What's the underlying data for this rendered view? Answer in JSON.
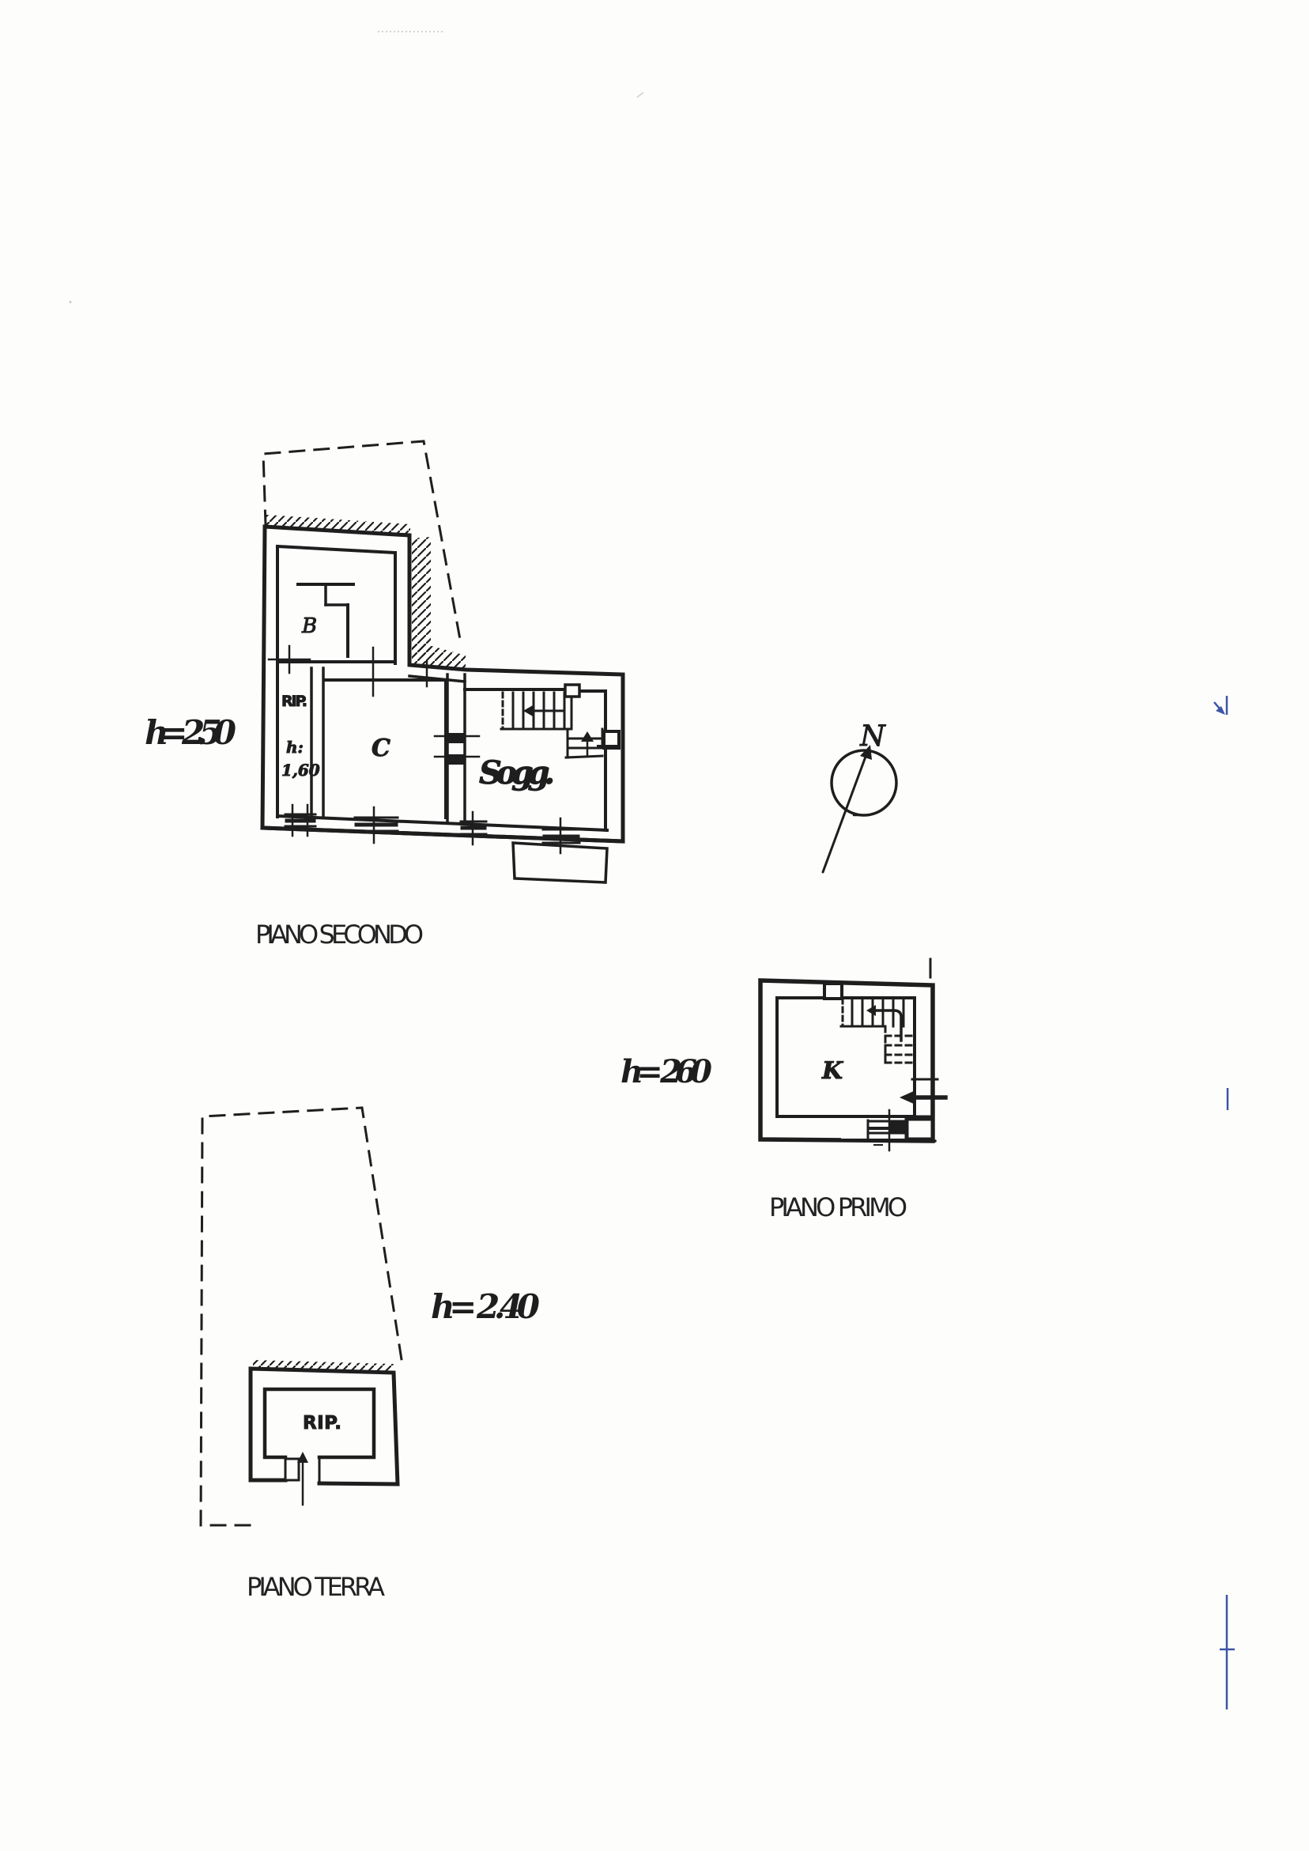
{
  "page": {
    "kind": "scanned cadastral floor plan sheet",
    "background_color": "#fdfdfc",
    "ink_color": "#1e1e1e",
    "blue_mark_color": "#3c56a6"
  },
  "floors": {
    "secondo": {
      "title": "PIANO SECONDO",
      "height_label": "h= 2.50",
      "room_b": "B",
      "room_rip": "RIP.",
      "rip_height_line1": "h:",
      "rip_height_line2": "1,60",
      "room_c": "C",
      "room_sogg": "Sogg."
    },
    "primo": {
      "title": "PIANO PRIMO",
      "height_label": "h= 260",
      "room_k": "K"
    },
    "terra": {
      "title": "PIANO TERRA",
      "height_label": "h= 2.40",
      "room_rip": "RIP."
    }
  },
  "compass": {
    "north_label": "N"
  }
}
